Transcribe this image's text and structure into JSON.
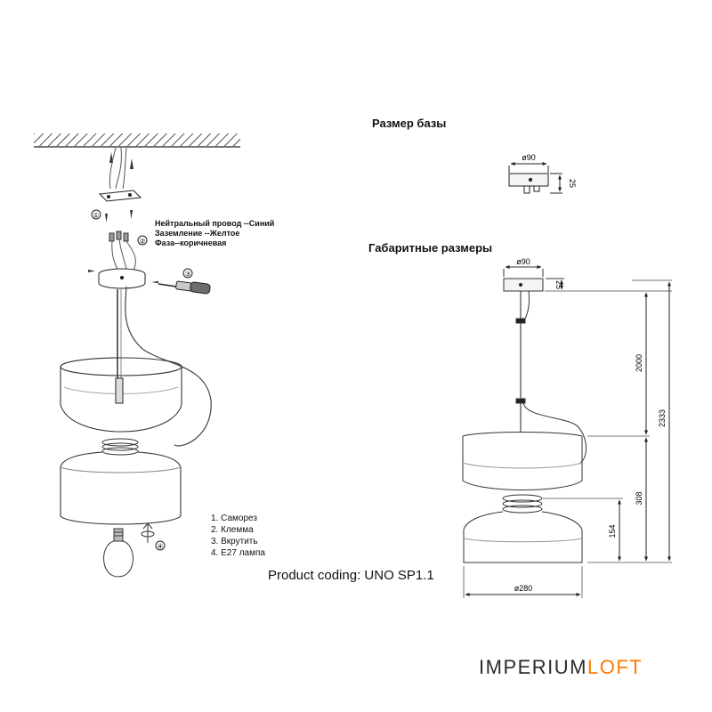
{
  "headings": {
    "base_size": "Размер базы",
    "overall_size": "Габаритные размеры"
  },
  "wiring": [
    "Нейтральный провод --Синий",
    "Заземление --Желтое",
    "Фаза--коричневая"
  ],
  "legend": [
    "1. Саморез",
    "2. Клемма",
    "3. Вкрутить",
    "4. E27 лампа"
  ],
  "step_markers": [
    "①",
    "②",
    "③",
    "④"
  ],
  "product_coding": "Product coding: UNO SP1.1",
  "dimensions": {
    "base_diameter": "ø90",
    "base_height": "25",
    "overall_diameter": "ø90",
    "overall_base_height": "25",
    "cable_length": "2000",
    "total_height": "2333",
    "body_height": "308",
    "bottom_height": "154",
    "shade_diameter": "ø280"
  },
  "brand": {
    "part1": "IMPERIUM",
    "part2": "LOFT",
    "part1_color": "#2b2b2b",
    "part2_color": "#ff7a00"
  },
  "icons": [
    "ceiling-hatch",
    "screw-icon",
    "screwdriver-icon",
    "lamp-bulb-icon",
    "rotate-arrow-icon"
  ]
}
